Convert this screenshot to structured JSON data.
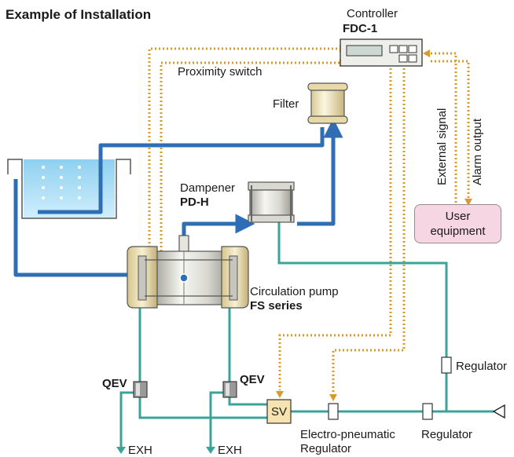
{
  "title": "Example of Installation",
  "controller": {
    "label": "Controller",
    "model": "FDC-1"
  },
  "proximity_switch": "Proximity switch",
  "filter": "Filter",
  "dampener": {
    "label": "Dampener",
    "model": "PD-H"
  },
  "pump": {
    "label": "Circulation pump",
    "model": "FS series"
  },
  "external_signal": "External signal",
  "alarm_output": "Alarm output",
  "user_equipment": {
    "line1": "User",
    "line2": "equipment"
  },
  "qev_left": "QEV",
  "qev_right": "QEV",
  "sv": "SV",
  "regulator_right": "Regulator",
  "regulator_bottom": "Regulator",
  "electro_pneumatic": {
    "line1": "Electro-pneumatic",
    "line2": "Regulator"
  },
  "exh_left": "EXH",
  "exh_right": "EXH",
  "colors": {
    "fluid_line": "#2f6db5",
    "air_line": "#3aa39a",
    "signal_line": "#d79a2b",
    "user_equipment_fill": "#f6d6e3",
    "sv_fill": "#f6e3b0"
  }
}
